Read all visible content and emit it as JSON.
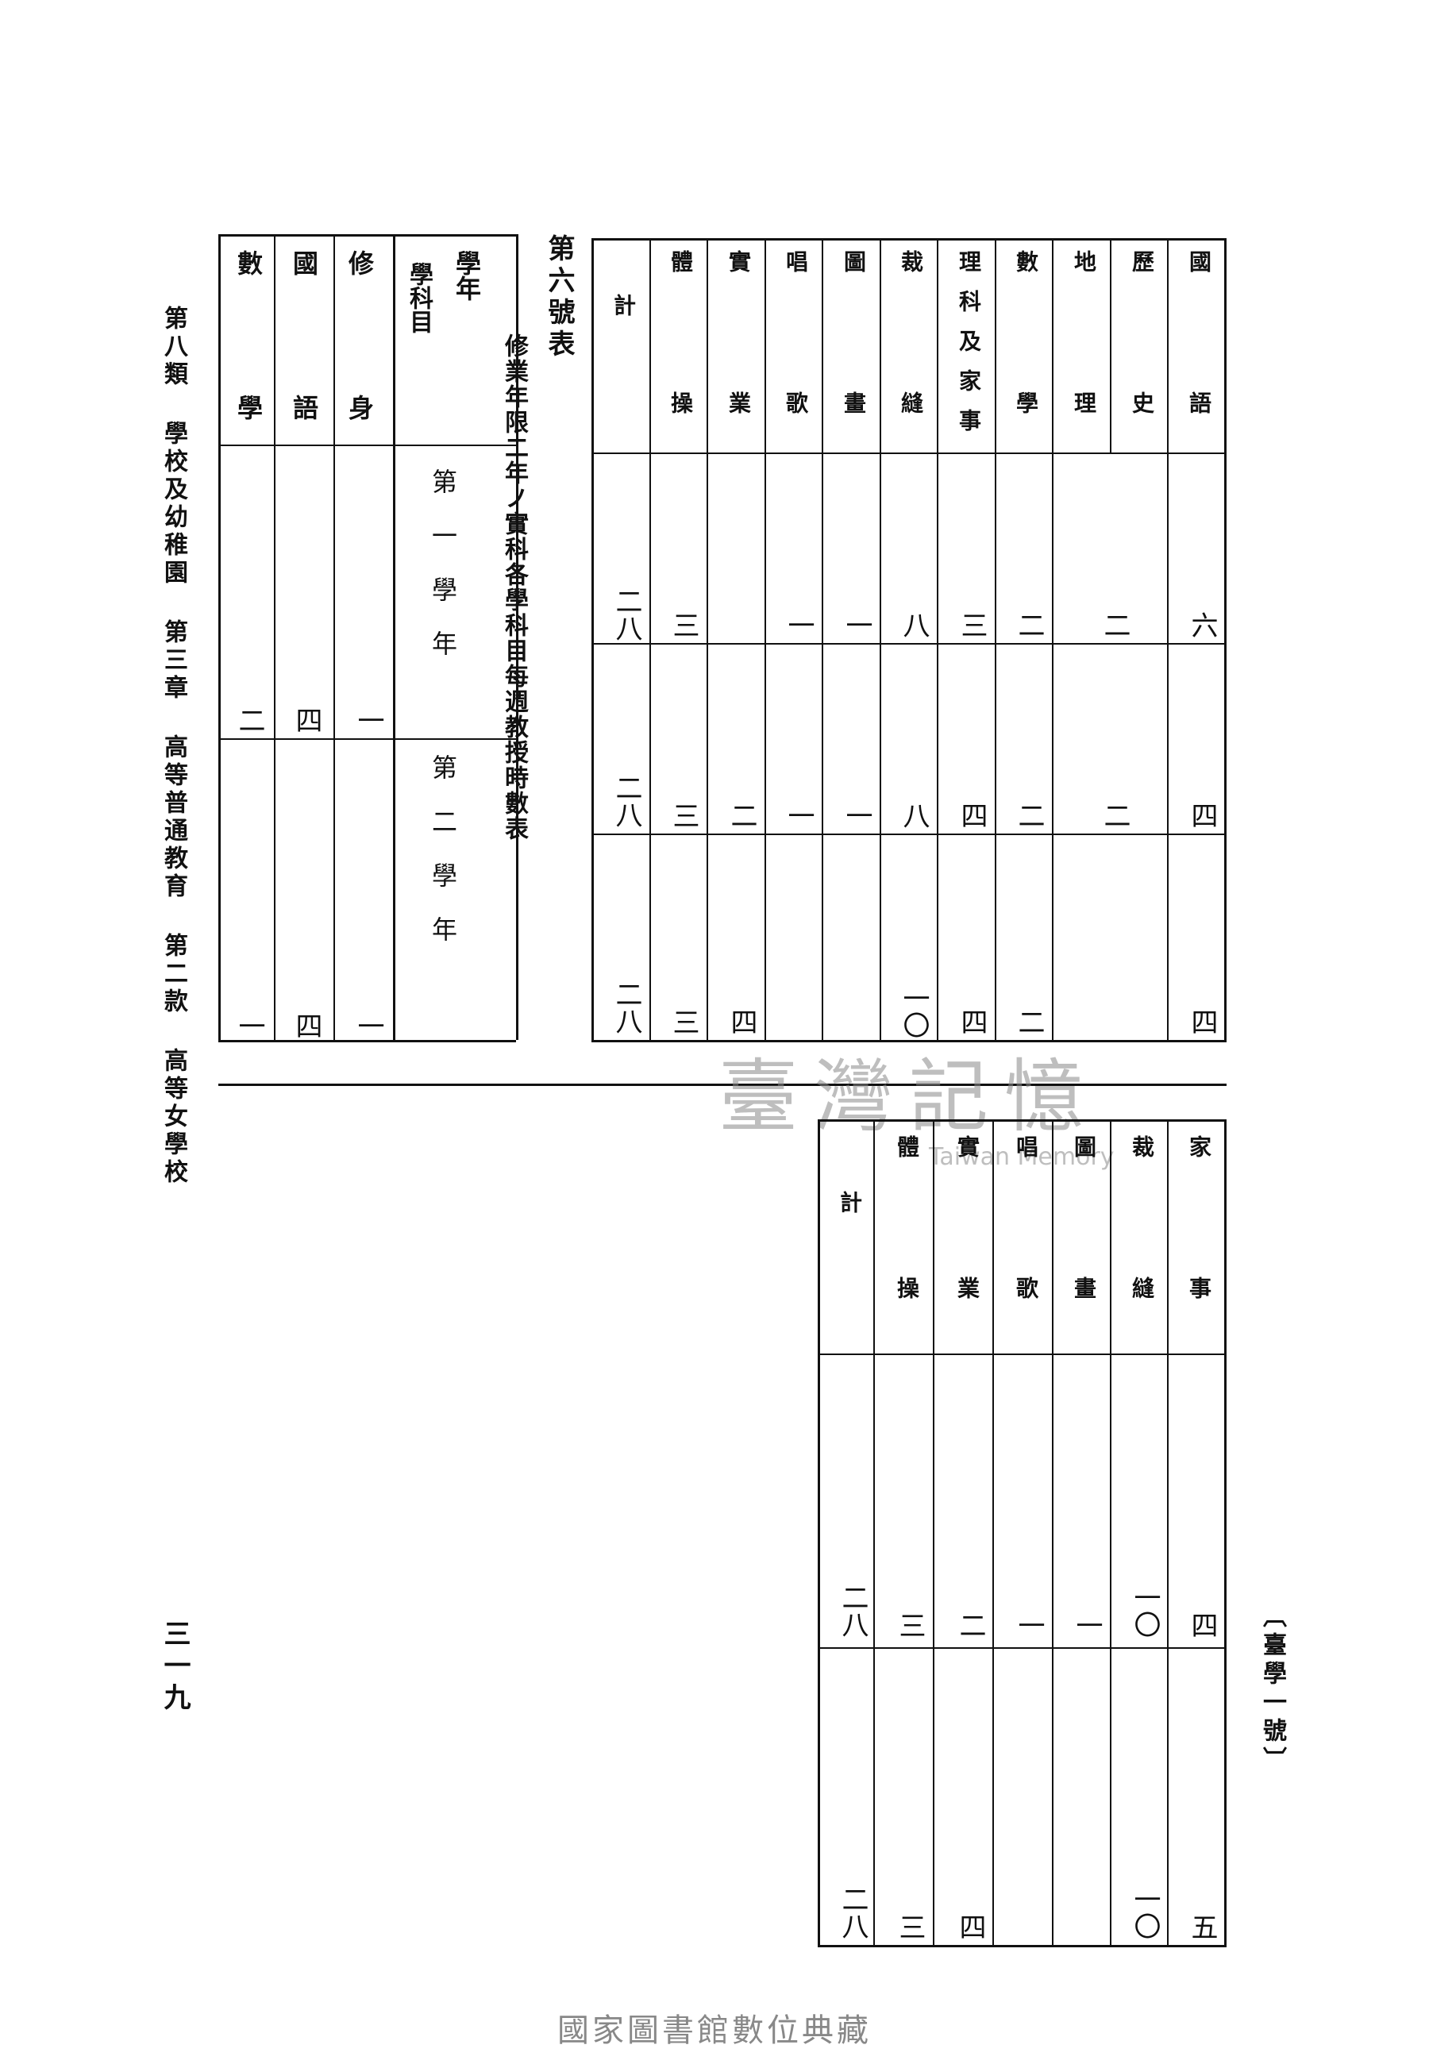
{
  "running_header": "第八類 學校及幼稚園 第三章 高等普通教育 第二款 高等女學校",
  "page_number": "三一九",
  "side_label": "〔臺學一號〕",
  "table5_tail": {
    "header_corner_top": "學年",
    "header_corner_bottom": "學科目",
    "year1": "第一學年",
    "year2": "第二學年",
    "rows": [
      {
        "subject": "修身",
        "y1": "一",
        "y2": "一"
      },
      {
        "subject": "國語",
        "y1": "四",
        "y2": "四"
      },
      {
        "subject": "數學",
        "y1": "二",
        "y2": "一"
      }
    ]
  },
  "table6": {
    "title": "第六號表",
    "subtitle": "修業年限二年ノ實科各學科目每週教授時數表",
    "columns": [
      {
        "subject": "國語",
        "y1": "六",
        "y2": "四",
        "y3": "四"
      },
      {
        "subject": "歷史",
        "y1": "二",
        "y2": "二",
        "y3": ""
      },
      {
        "subject": "地理",
        "y1": "",
        "y2": "",
        "y3": ""
      },
      {
        "subject": "數學",
        "y1": "二",
        "y2": "二",
        "y3": "二"
      },
      {
        "subject": "理科及家事",
        "y1": "三",
        "y2": "四",
        "y3": "四"
      },
      {
        "subject": "裁縫",
        "y1": "八",
        "y2": "八",
        "y3": "一〇"
      },
      {
        "subject": "圖畫",
        "y1": "一",
        "y2": "一",
        "y3": ""
      },
      {
        "subject": "唱歌",
        "y1": "一",
        "y2": "一",
        "y3": ""
      },
      {
        "subject": "實業",
        "y1": "",
        "y2": "二",
        "y3": "四"
      },
      {
        "subject": "體操",
        "y1": "三",
        "y2": "三",
        "y3": "三"
      },
      {
        "subject": "計",
        "y1": "二八",
        "y2": "二八",
        "y3": "二八"
      }
    ]
  },
  "table_lower": {
    "columns": [
      {
        "subject": "家事",
        "y1": "四",
        "y2": "五"
      },
      {
        "subject": "裁縫",
        "y1": "一〇",
        "y2": "一〇"
      },
      {
        "subject": "圖畫",
        "y1": "一",
        "y2": ""
      },
      {
        "subject": "唱歌",
        "y1": "一",
        "y2": ""
      },
      {
        "subject": "實業",
        "y1": "二",
        "y2": "四"
      },
      {
        "subject": "體操",
        "y1": "三",
        "y2": "三"
      },
      {
        "subject": "計",
        "y1": "二八",
        "y2": "二八"
      }
    ]
  },
  "watermark": {
    "cn": "臺灣記憶",
    "en": "Taiwan Memory"
  },
  "footer": "國家圖書館數位典藏"
}
